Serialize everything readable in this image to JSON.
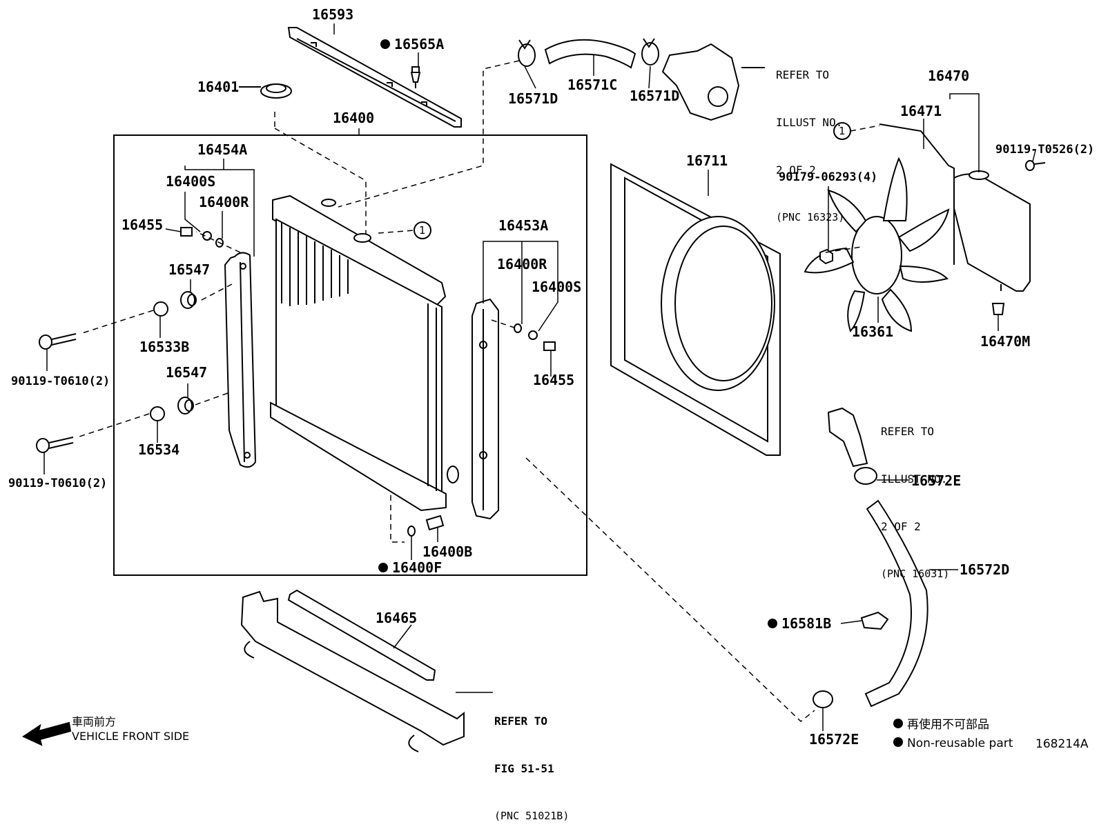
{
  "parts": {
    "p16593": "16593",
    "p16565A": "16565A",
    "p16401": "16401",
    "p16571D_left": "16571D",
    "p16571C": "16571C",
    "p16571D_right": "16571D",
    "p16400": "16400",
    "p16454A": "16454A",
    "p16400S_left": "16400S",
    "p16400R_left": "16400R",
    "p16455_left": "16455",
    "p16547_top": "16547",
    "p16533B": "16533B",
    "p90119_T0610_a": "90119-T0610(2)",
    "p16547_bottom": "16547",
    "p16534": "16534",
    "p90119_T0610_b": "90119-T0610(2)",
    "p16453A": "16453A",
    "p16400R_right": "16400R",
    "p16400S_right": "16400S",
    "p16455_right": "16455",
    "p16400B": "16400B",
    "p16400F": "16400F",
    "p16465": "16465",
    "p16711": "16711",
    "p16470": "16470",
    "p16471": "16471",
    "p90119_T0526": "90119-T0526(2)",
    "p90179_06293": "90179-06293(4)",
    "p16361": "16361",
    "p16470M": "16470M",
    "p16572E_top": "16572E",
    "p16572D": "16572D",
    "p16581B": "16581B",
    "p16572E_bottom": "16572E"
  },
  "callout_marker": "1",
  "refs": {
    "ref_thermostat": [
      "REFER TO",
      "ILLUST NO.",
      "2 OF 2",
      "(PNC 16323)"
    ],
    "ref_inlet": [
      "REFER TO",
      "ILLUST NO.",
      "2 OF 2",
      "(PNC 16031)"
    ],
    "ref_fig": [
      "REFER TO",
      "FIG 51-51",
      "(PNC 51021B)"
    ]
  },
  "direction": {
    "japanese": "車両前方",
    "english": "VEHICLE FRONT SIDE"
  },
  "legend": {
    "japanese": "再使用不可部品",
    "english": "Non-reusable part"
  },
  "illustration_number": "168214A"
}
